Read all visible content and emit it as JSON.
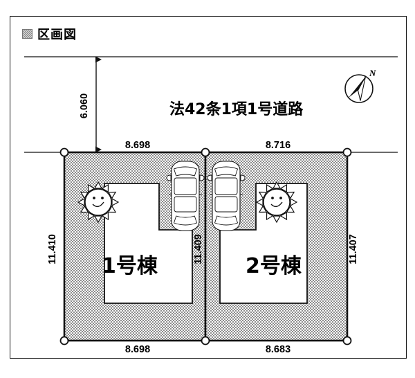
{
  "title": {
    "label": "区画図",
    "marker_icon": "gray-square-icon"
  },
  "road": {
    "label": "法42条1項1号道路",
    "setback_dimension": "6.060"
  },
  "compass": {
    "north_label": "N",
    "icon": "compass-north-icon"
  },
  "dimensions": {
    "top_left": "8.698",
    "top_right": "8.716",
    "bottom_left": "8.698",
    "bottom_right": "8.683",
    "left_side": "11.410",
    "middle": "11.409",
    "right_side": "11.407"
  },
  "lots": [
    {
      "label": "1号棟",
      "building_icon": "house-footprint",
      "sun_icon": "sun-smile-icon",
      "car_icon": "car-top-view-icon"
    },
    {
      "label": "2号棟",
      "building_icon": "house-footprint",
      "sun_icon": "sun-smile-icon",
      "car_icon": "car-top-view-icon"
    }
  ],
  "colors": {
    "ink": "#111111",
    "lot_fill": "#bdbdbd",
    "building_fill": "#ffffff",
    "marker_fill": "#ffffff"
  }
}
